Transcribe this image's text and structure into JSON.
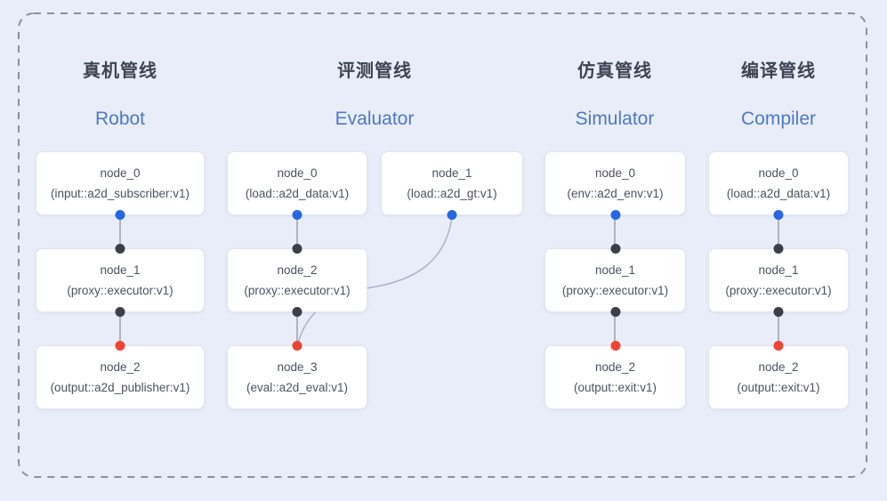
{
  "colors": {
    "background": "#e9edf8",
    "dashed_border": "#8b919c",
    "node_bg": "#ffffff",
    "node_border": "#e2e5ec",
    "node_text": "#4c5260",
    "title_text": "#3c4451",
    "subtitle_text": "#4d79c6",
    "port_blue": "#2567e0",
    "port_dark": "#3b4046",
    "port_red": "#ee4434",
    "edge_line": "#9aa1ae",
    "curve_line": "#a9b3c9"
  },
  "pipelines": [
    {
      "title_zh": "真机管线",
      "title_en": "Robot",
      "nodes": [
        {
          "name": "node_0",
          "detail": "(input::a2d_subscriber:v1)",
          "bottom_port": "blue"
        },
        {
          "name": "node_1",
          "detail": "(proxy::executor:v1)",
          "top_port": "dark",
          "bottom_port": "dark"
        },
        {
          "name": "node_2",
          "detail": "(output::a2d_publisher:v1)",
          "top_port": "red"
        }
      ]
    },
    {
      "title_zh": "评测管线",
      "title_en": "Evaluator",
      "nodes": [
        {
          "name": "node_0",
          "detail": "(load::a2d_data:v1)",
          "bottom_port": "blue"
        },
        {
          "name": "node_1",
          "detail": "(load::a2d_gt:v1)",
          "bottom_port": "blue"
        },
        {
          "name": "node_2",
          "detail": "(proxy::executor:v1)",
          "top_port": "dark",
          "bottom_port": "dark"
        },
        {
          "name": "node_3",
          "detail": "(eval::a2d_eval:v1)",
          "top_port": "red"
        }
      ],
      "cross_edge": {
        "from": "node_1",
        "to": "node_3"
      }
    },
    {
      "title_zh": "仿真管线",
      "title_en": "Simulator",
      "nodes": [
        {
          "name": "node_0",
          "detail": "(env::a2d_env:v1)",
          "bottom_port": "blue"
        },
        {
          "name": "node_1",
          "detail": "(proxy::executor:v1)",
          "top_port": "dark",
          "bottom_port": "dark"
        },
        {
          "name": "node_2",
          "detail": "(output::exit:v1)",
          "top_port": "red"
        }
      ]
    },
    {
      "title_zh": "编译管线",
      "title_en": "Compiler",
      "nodes": [
        {
          "name": "node_0",
          "detail": "(load::a2d_data:v1)",
          "bottom_port": "blue"
        },
        {
          "name": "node_1",
          "detail": "(proxy::executor:v1)",
          "top_port": "dark",
          "bottom_port": "dark"
        },
        {
          "name": "node_2",
          "detail": "(output::exit:v1)",
          "top_port": "red"
        }
      ]
    }
  ]
}
